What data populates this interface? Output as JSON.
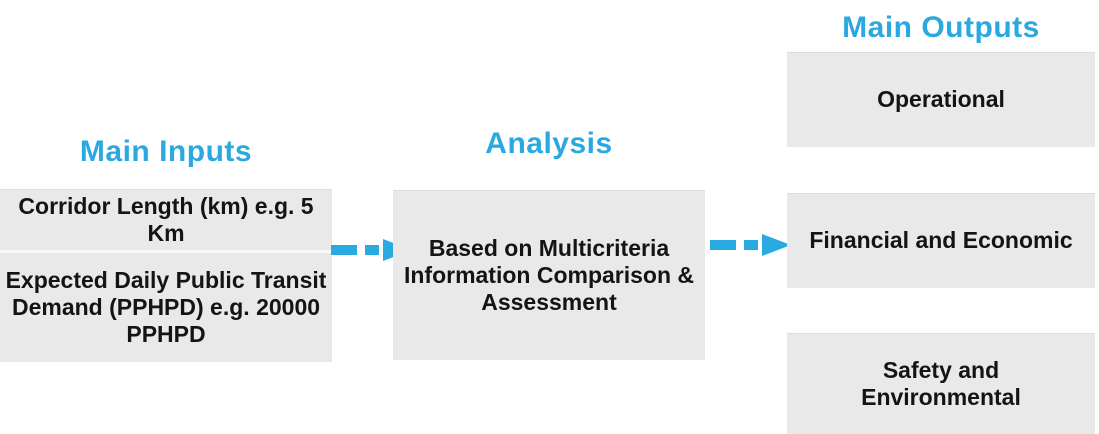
{
  "colors": {
    "accent": "#29A9DF",
    "arrow": "#29ABE2",
    "box_background": "#E9E9E9",
    "box_text": "#141414"
  },
  "columns": {
    "inputs": {
      "heading": "Main Inputs",
      "items": [
        "Corridor Length (km) e.g. 5 Km",
        "Expected Daily Public Transit Demand (PPHPD) e.g. 20000 PPHPD"
      ]
    },
    "analysis": {
      "heading": "Analysis",
      "box": "Based on Multicriteria Information Comparison & Assessment"
    },
    "outputs": {
      "heading": "Main Outputs",
      "items": [
        "Operational",
        "Financial and Economic",
        "Safety and Environmental"
      ]
    }
  }
}
